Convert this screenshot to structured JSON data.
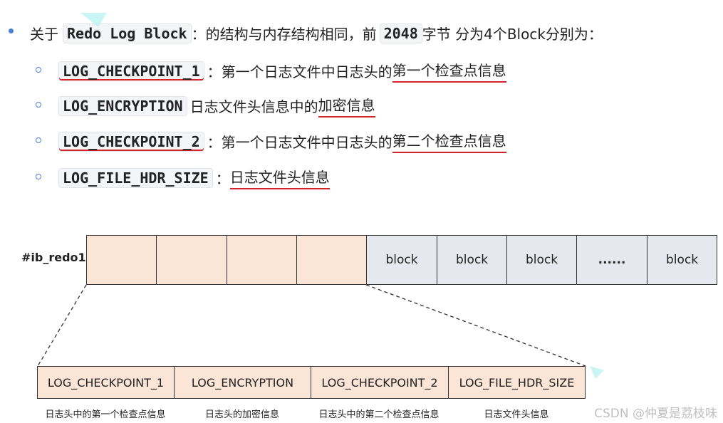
{
  "intro": {
    "prefix": "关于",
    "code": "Redo Log Block",
    "middle": "：的结构与内存结构相同，前",
    "size": "2048",
    "suffix": "字节 分为4个Block分别为："
  },
  "items": [
    {
      "code": "LOG_CHECKPOINT_1",
      "plain": "：第一个日志文件中日志头的",
      "highlight": "第一个检查点信息"
    },
    {
      "code": "LOG_ENCRYPTION",
      "plain": "日志文件头信息中的",
      "highlight": "加密信息"
    },
    {
      "code": "LOG_CHECKPOINT_2",
      "plain": "：第一个日志文件中日志头的",
      "highlight": "第二个检查点信息"
    },
    {
      "code": "LOG_FILE_HDR_SIZE",
      "plain": "：",
      "highlight": "日志文件头信息"
    }
  ],
  "diagram": {
    "file_label": "#ib_redo1",
    "blocks": [
      "",
      "",
      "",
      "",
      "block",
      "block",
      "block",
      "......",
      "block"
    ],
    "zoom_blocks": [
      "LOG_CHECKPOINT_1",
      "LOG_ENCRYPTION",
      "LOG_CHECKPOINT_2",
      "LOG_FILE_HDR_SIZE"
    ],
    "captions": [
      "日志头中的第一个检查点信息",
      "日志头的加密信息",
      "日志头中的第二个检查点信息",
      "日志文件头信息"
    ]
  },
  "watermark": "CSDN @仲夏是荔枝味",
  "colors": {
    "accent": "#4a7fd6",
    "underline": "#d6232b",
    "header_block": "#fbe5d6",
    "data_block": "#e5e8ec"
  }
}
